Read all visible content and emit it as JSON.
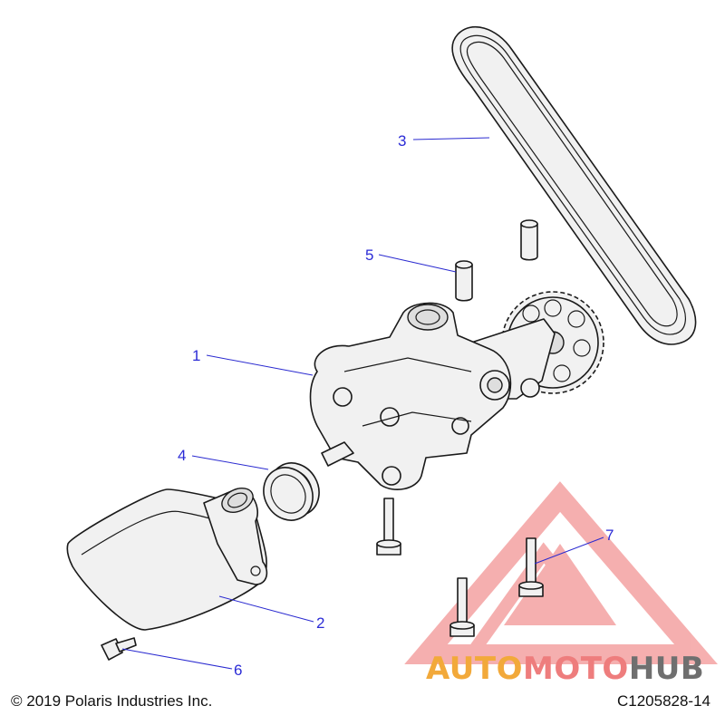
{
  "callouts": [
    {
      "number": "1"
    },
    {
      "number": "2"
    },
    {
      "number": "3"
    },
    {
      "number": "4"
    },
    {
      "number": "5"
    },
    {
      "number": "6"
    },
    {
      "number": "7"
    }
  ],
  "footer": {
    "copyright": "© 2019 Polaris Industries Inc.",
    "figure_code": "C1205828-14"
  },
  "watermark": {
    "part1": "AUTO",
    "part2": "MOTO",
    "part3": "HUB",
    "colors": {
      "auto": "#f2a93a",
      "moto": "#ee7d7d",
      "hub": "#6f6f6f"
    }
  },
  "colors": {
    "callout": "#2b2bd6",
    "line": "#1a1a1a"
  }
}
